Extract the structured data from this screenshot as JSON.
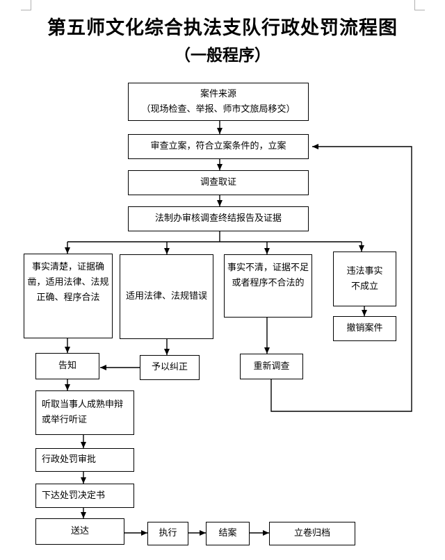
{
  "title": "第五师文化综合执法支队行政处罚流程图",
  "subtitle": "（一般程序）",
  "nodes": {
    "source": {
      "line1": "案件来源",
      "line2": "（现场检查、举报、师市文旅局移交）"
    },
    "register": "审查立案，符合立案条件的，立案",
    "investigate": "调查取证",
    "legal_review": "法制办审核调查终结报告及证据",
    "facts_clear": "事实清楚，证据确凿，适用法律、法规正确、程序合法",
    "law_error": "适用法律、法规错误",
    "facts_unclear": "事实不清，证据不足或者程序不合法的",
    "not_established": "违法事实不成立",
    "cancel_case": "撤销案件",
    "inform": "告知",
    "correct": "予以纠正",
    "reinvestigate": "重新调查",
    "hearing": "听取当事人成熟申辩或举行听证",
    "approval": "行政处罚审批",
    "decision": "下达处罚决定书",
    "deliver": "送达",
    "execute": "执行",
    "close": "结案",
    "archive": "立卷归档"
  },
  "colors": {
    "line": "#000000",
    "border": "#000000",
    "background": "#ffffff"
  }
}
